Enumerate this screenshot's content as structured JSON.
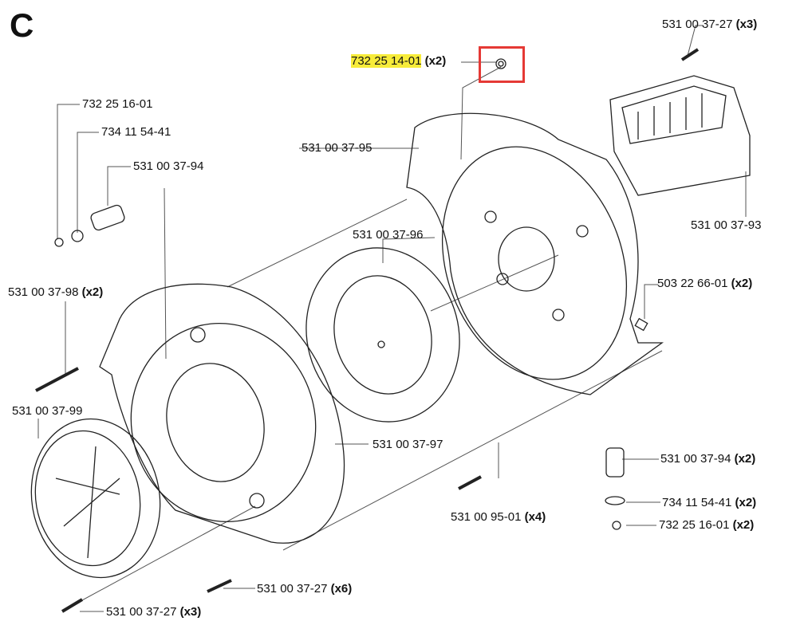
{
  "section_letter": "C",
  "highlight_color": "#f7ec3a",
  "selection_color": "#e53935",
  "parts": [
    {
      "id": "p1",
      "number": "531 00 37-27",
      "qty": "(x3)"
    },
    {
      "id": "p2",
      "number": "732 25 14-01",
      "qty": "(x2)",
      "highlighted": true
    },
    {
      "id": "p3",
      "number": "732 25 16-01",
      "qty": ""
    },
    {
      "id": "p4",
      "number": "734 11 54-41",
      "qty": ""
    },
    {
      "id": "p5",
      "number": "531 00 37-94",
      "qty": ""
    },
    {
      "id": "p6",
      "number": "531 00 37-95",
      "qty": ""
    },
    {
      "id": "p7",
      "number": "531 00 37-93",
      "qty": ""
    },
    {
      "id": "p8",
      "number": "531 00 37-96",
      "qty": ""
    },
    {
      "id": "p9",
      "number": "503 22 66-01",
      "qty": "(x2)"
    },
    {
      "id": "p10",
      "number": "531 00 37-98",
      "qty": "(x2)"
    },
    {
      "id": "p11",
      "number": "531 00 37-99",
      "qty": ""
    },
    {
      "id": "p12",
      "number": "531 00 37-97",
      "qty": ""
    },
    {
      "id": "p13",
      "number": "531 00 37-94",
      "qty": "(x2)"
    },
    {
      "id": "p14",
      "number": "531 00 95-01",
      "qty": "(x4)"
    },
    {
      "id": "p15",
      "number": "734 11 54-41",
      "qty": "(x2)"
    },
    {
      "id": "p16",
      "number": "732 25 16-01",
      "qty": "(x2)"
    },
    {
      "id": "p17",
      "number": "531 00 37-27",
      "qty": "(x6)"
    },
    {
      "id": "p18",
      "number": "531 00 37-27",
      "qty": "(x3)"
    }
  ]
}
